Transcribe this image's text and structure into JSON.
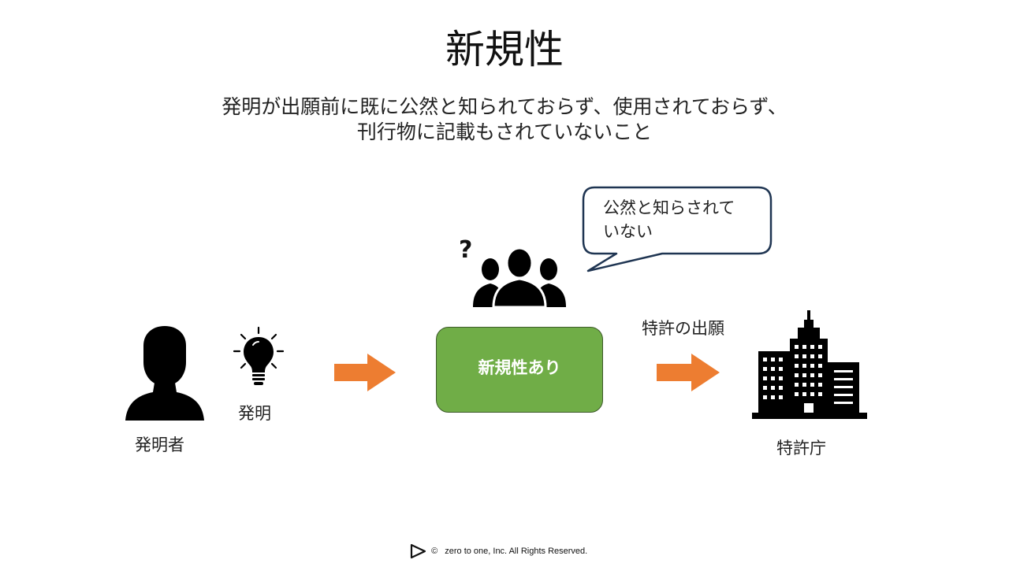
{
  "title": "新規性",
  "definition": {
    "line1": "発明が出願前に既に公然と知られておらず、使用されておらず、",
    "line2": "刊行物に記載もされていないこと"
  },
  "inventor": {
    "label": "発明者",
    "icon": "person-silhouette-icon"
  },
  "invention": {
    "label": "発明",
    "icon": "lightbulb-icon"
  },
  "public": {
    "question_mark": "?",
    "icon": "group-of-people-icon",
    "speech_line1": "公然と知らされて",
    "speech_line2": "いない"
  },
  "result_box": {
    "label": "新規性あり",
    "color": "#70ad47"
  },
  "filing": {
    "label": "特許の出願"
  },
  "patent_office": {
    "label": "特許庁",
    "icon": "office-building-icon"
  },
  "arrow_color": "#ed7d31",
  "footer": {
    "copyright_symbol": "©",
    "text": "zero to one, Inc. All Rights Reserved.",
    "logo_icon": "play-triangle-logo-icon"
  }
}
